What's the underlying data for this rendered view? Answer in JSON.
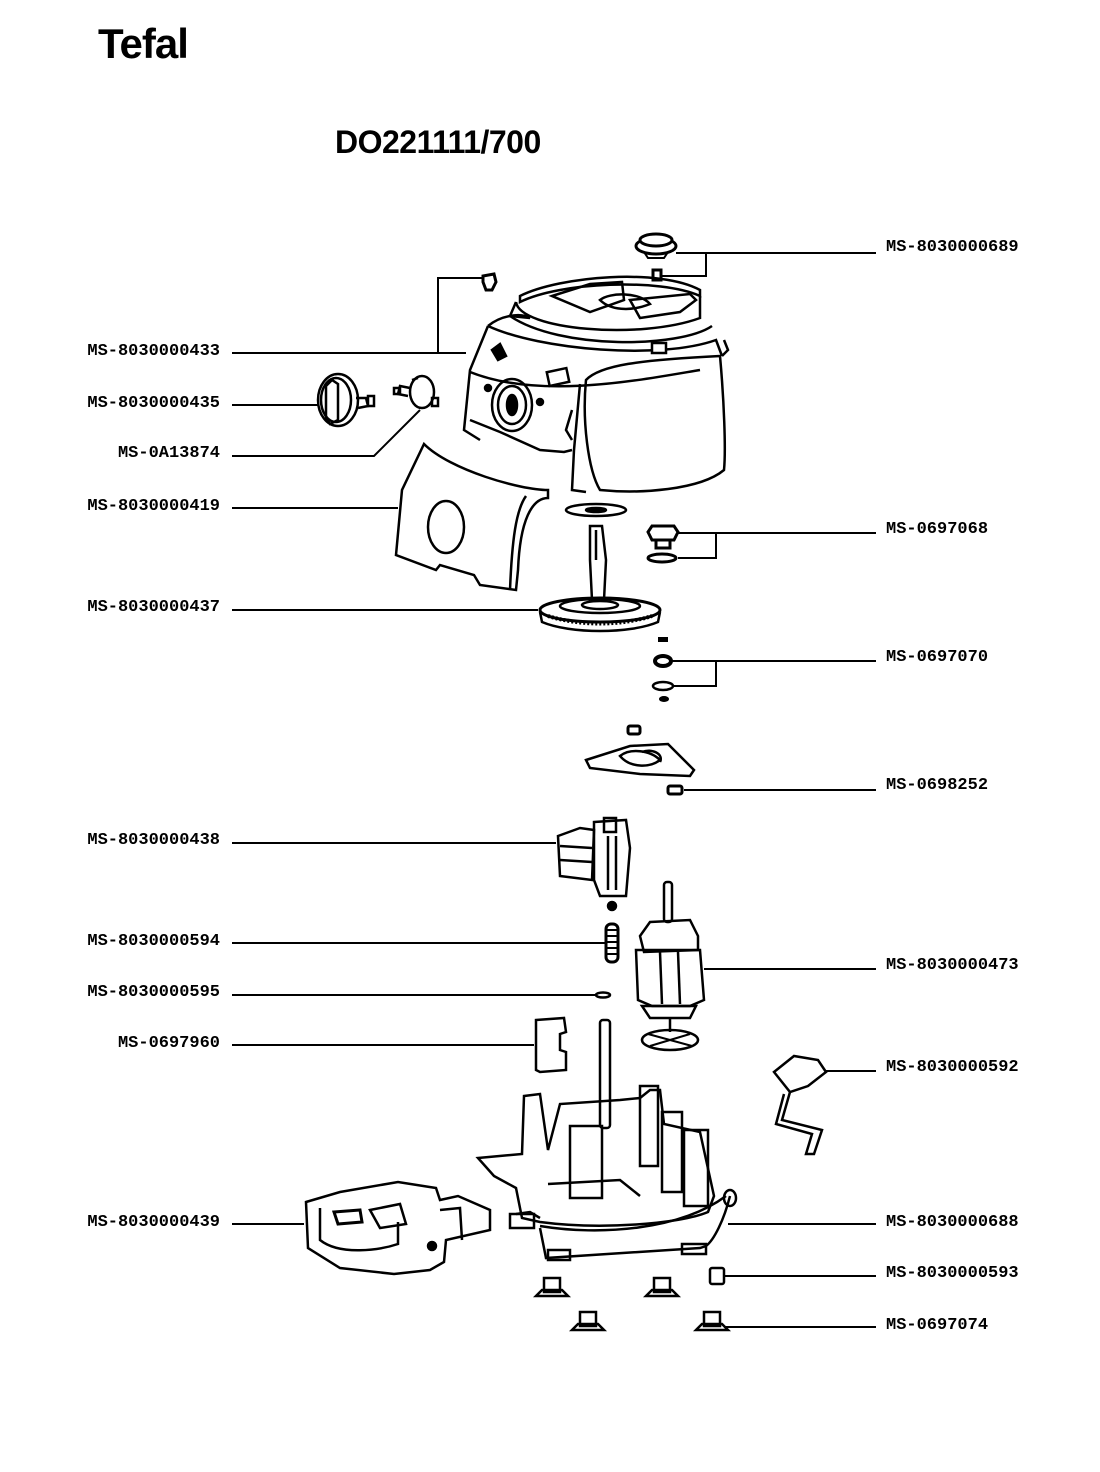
{
  "brand": "Tefal",
  "model_number": "DO221111/700",
  "labels_left": [
    {
      "code": "MS-8030000433",
      "part": "housing-top-assembly"
    },
    {
      "code": "MS-8030000435",
      "part": "speed-knob"
    },
    {
      "code": "MS-0A13874",
      "part": "switch-knob"
    },
    {
      "code": "MS-8030000419",
      "part": "front-cover-panel"
    },
    {
      "code": "MS-8030000437",
      "part": "drive-pulley-spindle"
    },
    {
      "code": "MS-8030000438",
      "part": "switch-block"
    },
    {
      "code": "MS-8030000594",
      "part": "spring"
    },
    {
      "code": "MS-8030000595",
      "part": "pin"
    },
    {
      "code": "MS-0697960",
      "part": "bracket-plate"
    },
    {
      "code": "MS-8030000439",
      "part": "rear-cover"
    }
  ],
  "labels_right": [
    {
      "code": "MS-8030000689",
      "part": "coupling-cap"
    },
    {
      "code": "MS-0697068",
      "part": "coupling-bush"
    },
    {
      "code": "MS-0697070",
      "part": "washer-set"
    },
    {
      "code": "MS-0698252",
      "part": "motor-mount-plate"
    },
    {
      "code": "MS-8030000473",
      "part": "motor"
    },
    {
      "code": "MS-8030000592",
      "part": "power-cord-clamp"
    },
    {
      "code": "MS-8030000688",
      "part": "base-chassis"
    },
    {
      "code": "MS-8030000593",
      "part": "foot-cap"
    },
    {
      "code": "MS-0697074",
      "part": "rubber-foot"
    }
  ]
}
